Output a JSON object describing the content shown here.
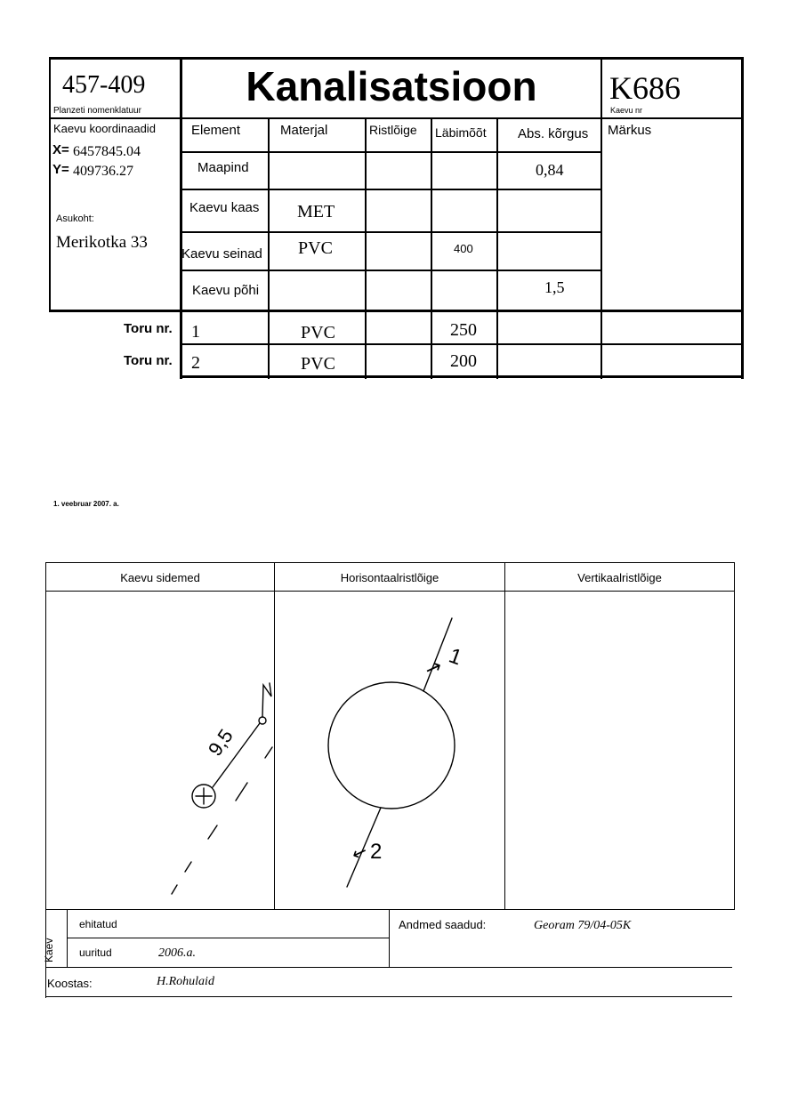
{
  "header": {
    "nomenclature_value": "457-409",
    "nomenclature_label": "Planzeti nomenklatuur",
    "title": "Kanalisatsioon",
    "well_number_value": "K686",
    "well_number_label": "Kaevu nr"
  },
  "left_info": {
    "coords_label": "Kaevu koordinaadid",
    "x_label": "X=",
    "x_value": "6457845.04",
    "y_label": "Y=",
    "y_value": "409736.27",
    "location_label": "Asukoht:",
    "location_value": "Merikotka 33"
  },
  "table": {
    "headers": [
      "Element",
      "Materjal",
      "Ristlõige",
      "Läbimõõt",
      "Abs. kõrgus",
      "Märkus"
    ],
    "rows": [
      {
        "element": "Maapind",
        "material": "",
        "cross": "",
        "diameter": "",
        "height": "0,84"
      },
      {
        "element": "Kaevu kaas",
        "material": "MET",
        "cross": "",
        "diameter": "",
        "height": ""
      },
      {
        "element": "Kaevu seinad",
        "material": "PVC",
        "cross": "",
        "diameter": "400",
        "height": ""
      },
      {
        "element": "Kaevu põhi",
        "material": "",
        "cross": "",
        "diameter": "",
        "height": "1,5"
      }
    ],
    "pipe_label": "Toru nr.",
    "pipes": [
      {
        "number": "1",
        "material": "PVC",
        "diameter": "250"
      },
      {
        "number": "2",
        "material": "PVC",
        "diameter": "200"
      }
    ]
  },
  "date": "1. veebruar 2007. a.",
  "drawing": {
    "col1_title": "Kaevu sidemed",
    "col2_title": "Horisontaalristlõige",
    "col3_title": "Vertikaalristlõige",
    "sketch_distance": "9,5",
    "sketch_pipe1": "1",
    "sketch_pipe2": "2"
  },
  "footer": {
    "side_label": "Kaev",
    "built_label": "ehitatud",
    "built_value": "",
    "updated_label": "uuritud",
    "updated_value": "2006.a.",
    "source_label": "Andmed saadud:",
    "source_value": "Georam 79/04-05K",
    "author_label": "Koostas:",
    "author_value": "H.Rohulaid"
  }
}
